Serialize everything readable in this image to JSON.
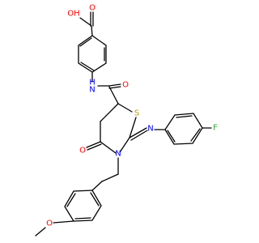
{
  "molecule": {
    "atoms": {
      "acid_o_double": "O",
      "acid_oh": "OH",
      "amide_nh": "H",
      "amide_n": "N",
      "amide_o": "O",
      "ring_s": "S",
      "ring_n": "N",
      "ring_o": "O",
      "imine_n": "N",
      "fluorine": "F",
      "methoxy_o": "O"
    },
    "colors": {
      "oxygen": "#ff0000",
      "nitrogen": "#0000ff",
      "sulfur": "#b3a000",
      "fluorine": "#33aa33",
      "carbon_bond": "#000000"
    }
  }
}
